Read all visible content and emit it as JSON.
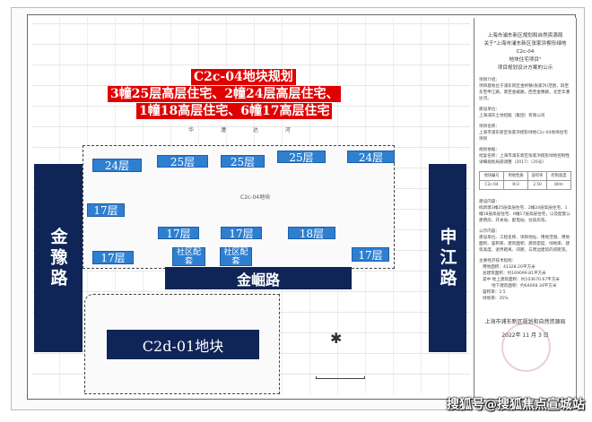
{
  "title_box": {
    "line1": "C2c-04地块规划",
    "line2": "3幢25层高层住宅、2幢24层高层住宅、",
    "line3": "1幢18高层住宅、6幢17高层住宅"
  },
  "roads": {
    "left": "金豫路",
    "right": "申江路",
    "bottom": "金崛路",
    "river": "华 漕 达 河"
  },
  "parcels": {
    "c2c04_label": "C2c-04地块",
    "c2d01_label": "C2d-01地块"
  },
  "buildings": [
    "24层",
    "25层",
    "25层",
    "25层",
    "24层",
    "17层",
    "17层",
    "17层",
    "18层",
    "17层",
    "17层"
  ],
  "community": [
    "社区配套",
    "社区配套"
  ],
  "notice": {
    "header": [
      "上海市浦东新区规划和自然资源局",
      "关于\"上海市浦东新区张家浜楔形绿地C2c-04",
      "地块住宅项目\"",
      "项目规划设计方案的公示"
    ],
    "intro_label": "项目介绍：",
    "intro_text": "项目基地位于浦东新区金桥镇(张家浜)范围，四至东至申江路，南至金崛路，西至金豫路，北至华漕达河。",
    "builder_label": "建设单位：",
    "builder": "上海浦东土地控股（集团）有限公司",
    "project_label": "项目名称：",
    "project": "上海市浦东新区张家浜楔形绿地C2c-04地块住宅项目",
    "basis_label": "规划依据：",
    "basis": "批复名称：上海市浦东新区张家浜楔形绿地控制性详细规划局部调整（2017）（35号）",
    "table_headers": [
      "地块编号",
      "用地性质",
      "容积率",
      "控制高度"
    ],
    "table_row": [
      "C2c-04",
      "Rr3",
      "2.50",
      "80m"
    ],
    "content_label": "建设内容：",
    "content": "拟新建3幢25层高层住宅、2幢24层高层住宅、1幢18层高层住宅、6幢17层高层住宅，以及配套公建用房、开关站、配电站、垃圾房等。",
    "publicity_label": "公示内容：",
    "publicity": "建设单位、工程名称、项目地址、用地范围、用地面积、容积率、建筑面积、建筑密度、绿地率、建筑高度、退界距离、间距、与周边建筑的间距等。",
    "indicators_label": "主要经济技术指标：",
    "indicators": [
      "用地面积：41328.20平方米",
      "总建筑面积：约169099.81平方米",
      "其中 地上建筑面积：约103670.67平方米",
      "地下建筑面积：约64008.34平方米",
      "容积率：2.5",
      "绿地率：35%"
    ],
    "issuer": "上海市浦东新区规划和自然资源局",
    "date": "2022年 11 月 3 日"
  },
  "watermark": "搜狐号@搜狐焦点宣城站",
  "colors": {
    "navy": "#0f2457",
    "building_blue": "#2f7fd0",
    "title_red": "#e00000"
  }
}
